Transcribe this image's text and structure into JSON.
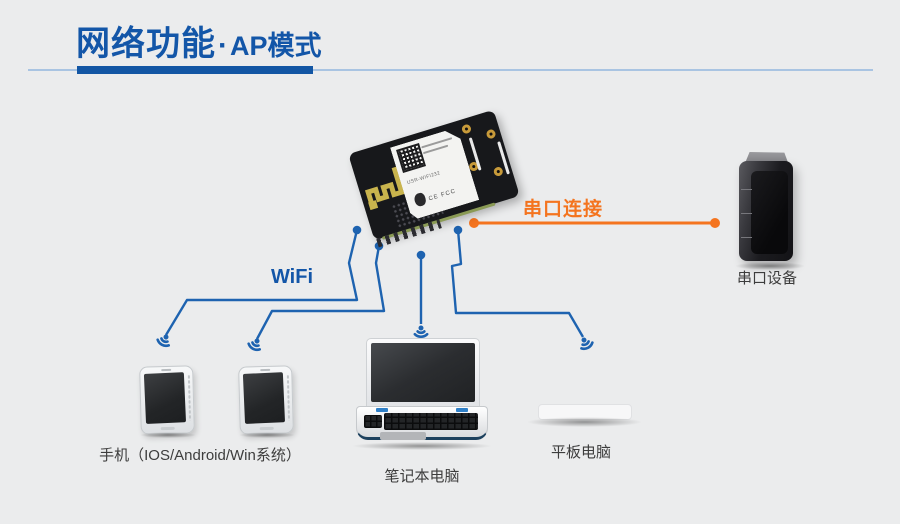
{
  "header": {
    "title_main": "网络功能",
    "title_sep": "·",
    "title_sub": "AP模式"
  },
  "colors": {
    "title_blue": "#1356a8",
    "line_blue": "#1e63b0",
    "accent_orange": "#f4741f",
    "background": "#ebeced"
  },
  "module": {
    "label_text": "USR-WIFI232",
    "marks": "CE FCC"
  },
  "connections": {
    "wifi_label": "WiFi",
    "serial_link_label": "串口连接"
  },
  "devices": {
    "phones_label": "手机（IOS/Android/Win系统）",
    "laptop_label": "笔记本电脑",
    "tablet_label": "平板电脑",
    "serial_device_label": "串口设备"
  }
}
